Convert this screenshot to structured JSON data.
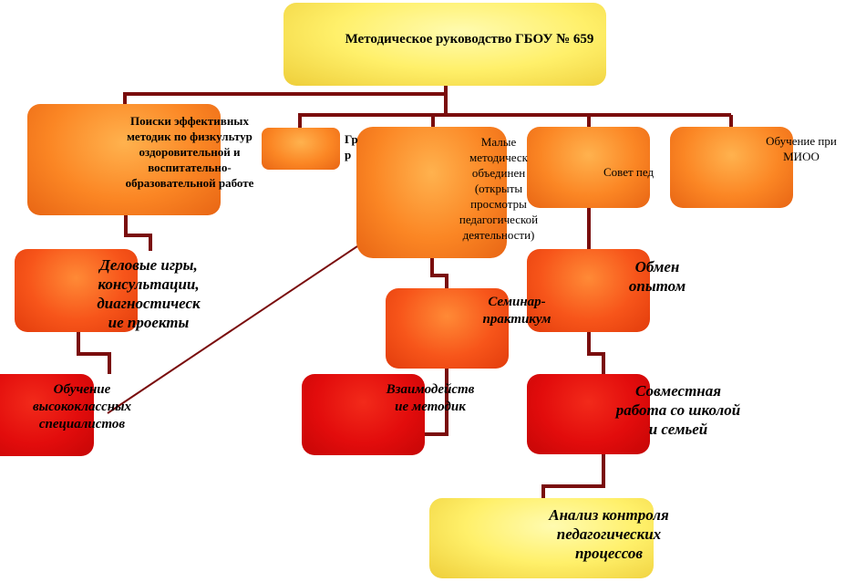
{
  "colors": {
    "line": "#7a0d0d",
    "yellow": "#fff06a",
    "orange": "#fb8624",
    "orange_red": "#f7551a",
    "red": "#e20c0c"
  },
  "nodes": {
    "root": {
      "lines": [
        "Методическое руководство ГБОУ № 659"
      ]
    },
    "search": {
      "lines": [
        "Поиски эффективных",
        "методик по физкультур",
        "оздоровительной и",
        "воспитательно-",
        "образовательной работе"
      ]
    },
    "groups": {
      "lines": [
        "Гр",
        "р"
      ]
    },
    "small_assoc": {
      "lines": [
        "Малые",
        "методическ",
        "объединен",
        "(открыты",
        "просмотры",
        "педагогической",
        "деятельности)"
      ]
    },
    "council": {
      "lines": [
        "Совет пед"
      ]
    },
    "mioo": {
      "lines": [
        "Обучение при",
        "МИОО"
      ]
    },
    "games": {
      "lines": [
        "Деловые игры,",
        "консультации,",
        "диагностическ",
        "ие проекты"
      ]
    },
    "exchange": {
      "lines": [
        "Обмен",
        "опытом"
      ]
    },
    "seminar": {
      "lines": [
        "Семинар-",
        "практикум"
      ]
    },
    "training": {
      "lines": [
        "Обучение",
        "высококлассных",
        "специалистов"
      ]
    },
    "interaction": {
      "lines": [
        "Взаимодейств",
        "ие методик"
      ]
    },
    "joint": {
      "lines": [
        "Совместная",
        "работа со школой",
        "и семьей"
      ]
    },
    "analysis": {
      "lines": [
        "Анализ контроля",
        "педагогических",
        "процессов"
      ]
    }
  }
}
